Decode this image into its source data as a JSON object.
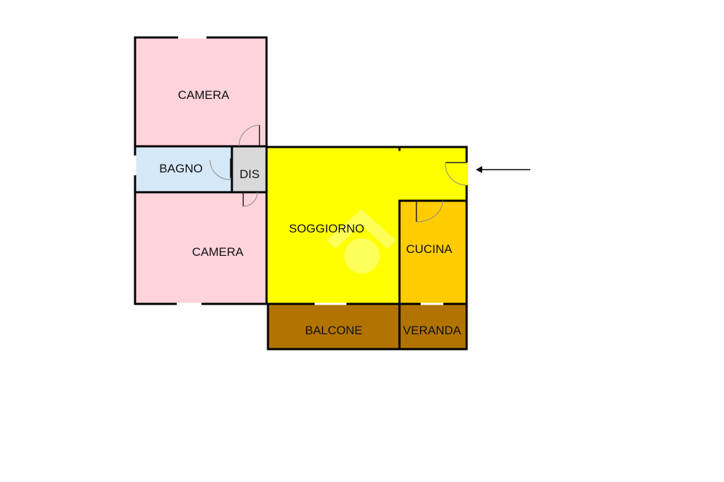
{
  "floorplan": {
    "rooms": {
      "camera_top": {
        "label": "CAMERA",
        "color": "#ffd3dc"
      },
      "camera_bottom": {
        "label": "CAMERA",
        "color": "#ffd3dc"
      },
      "bagno": {
        "label": "BAGNO",
        "color": "#d5e8f8"
      },
      "dis": {
        "label": "DIS",
        "color": "#d9d9d9"
      },
      "soggiorno": {
        "label": "SOGGIORNO",
        "color": "#ffff00"
      },
      "cucina": {
        "label": "CUCINA",
        "color": "#ffcc00"
      },
      "balcone": {
        "label": "BALCONE",
        "color": "#b27400"
      },
      "veranda": {
        "label": "VERANDA",
        "color": "#b27400"
      }
    },
    "wall_color": "#000000",
    "entrance_arrow_icon": "arrow-left-icon",
    "watermark_icon": "house-logo-watermark"
  }
}
